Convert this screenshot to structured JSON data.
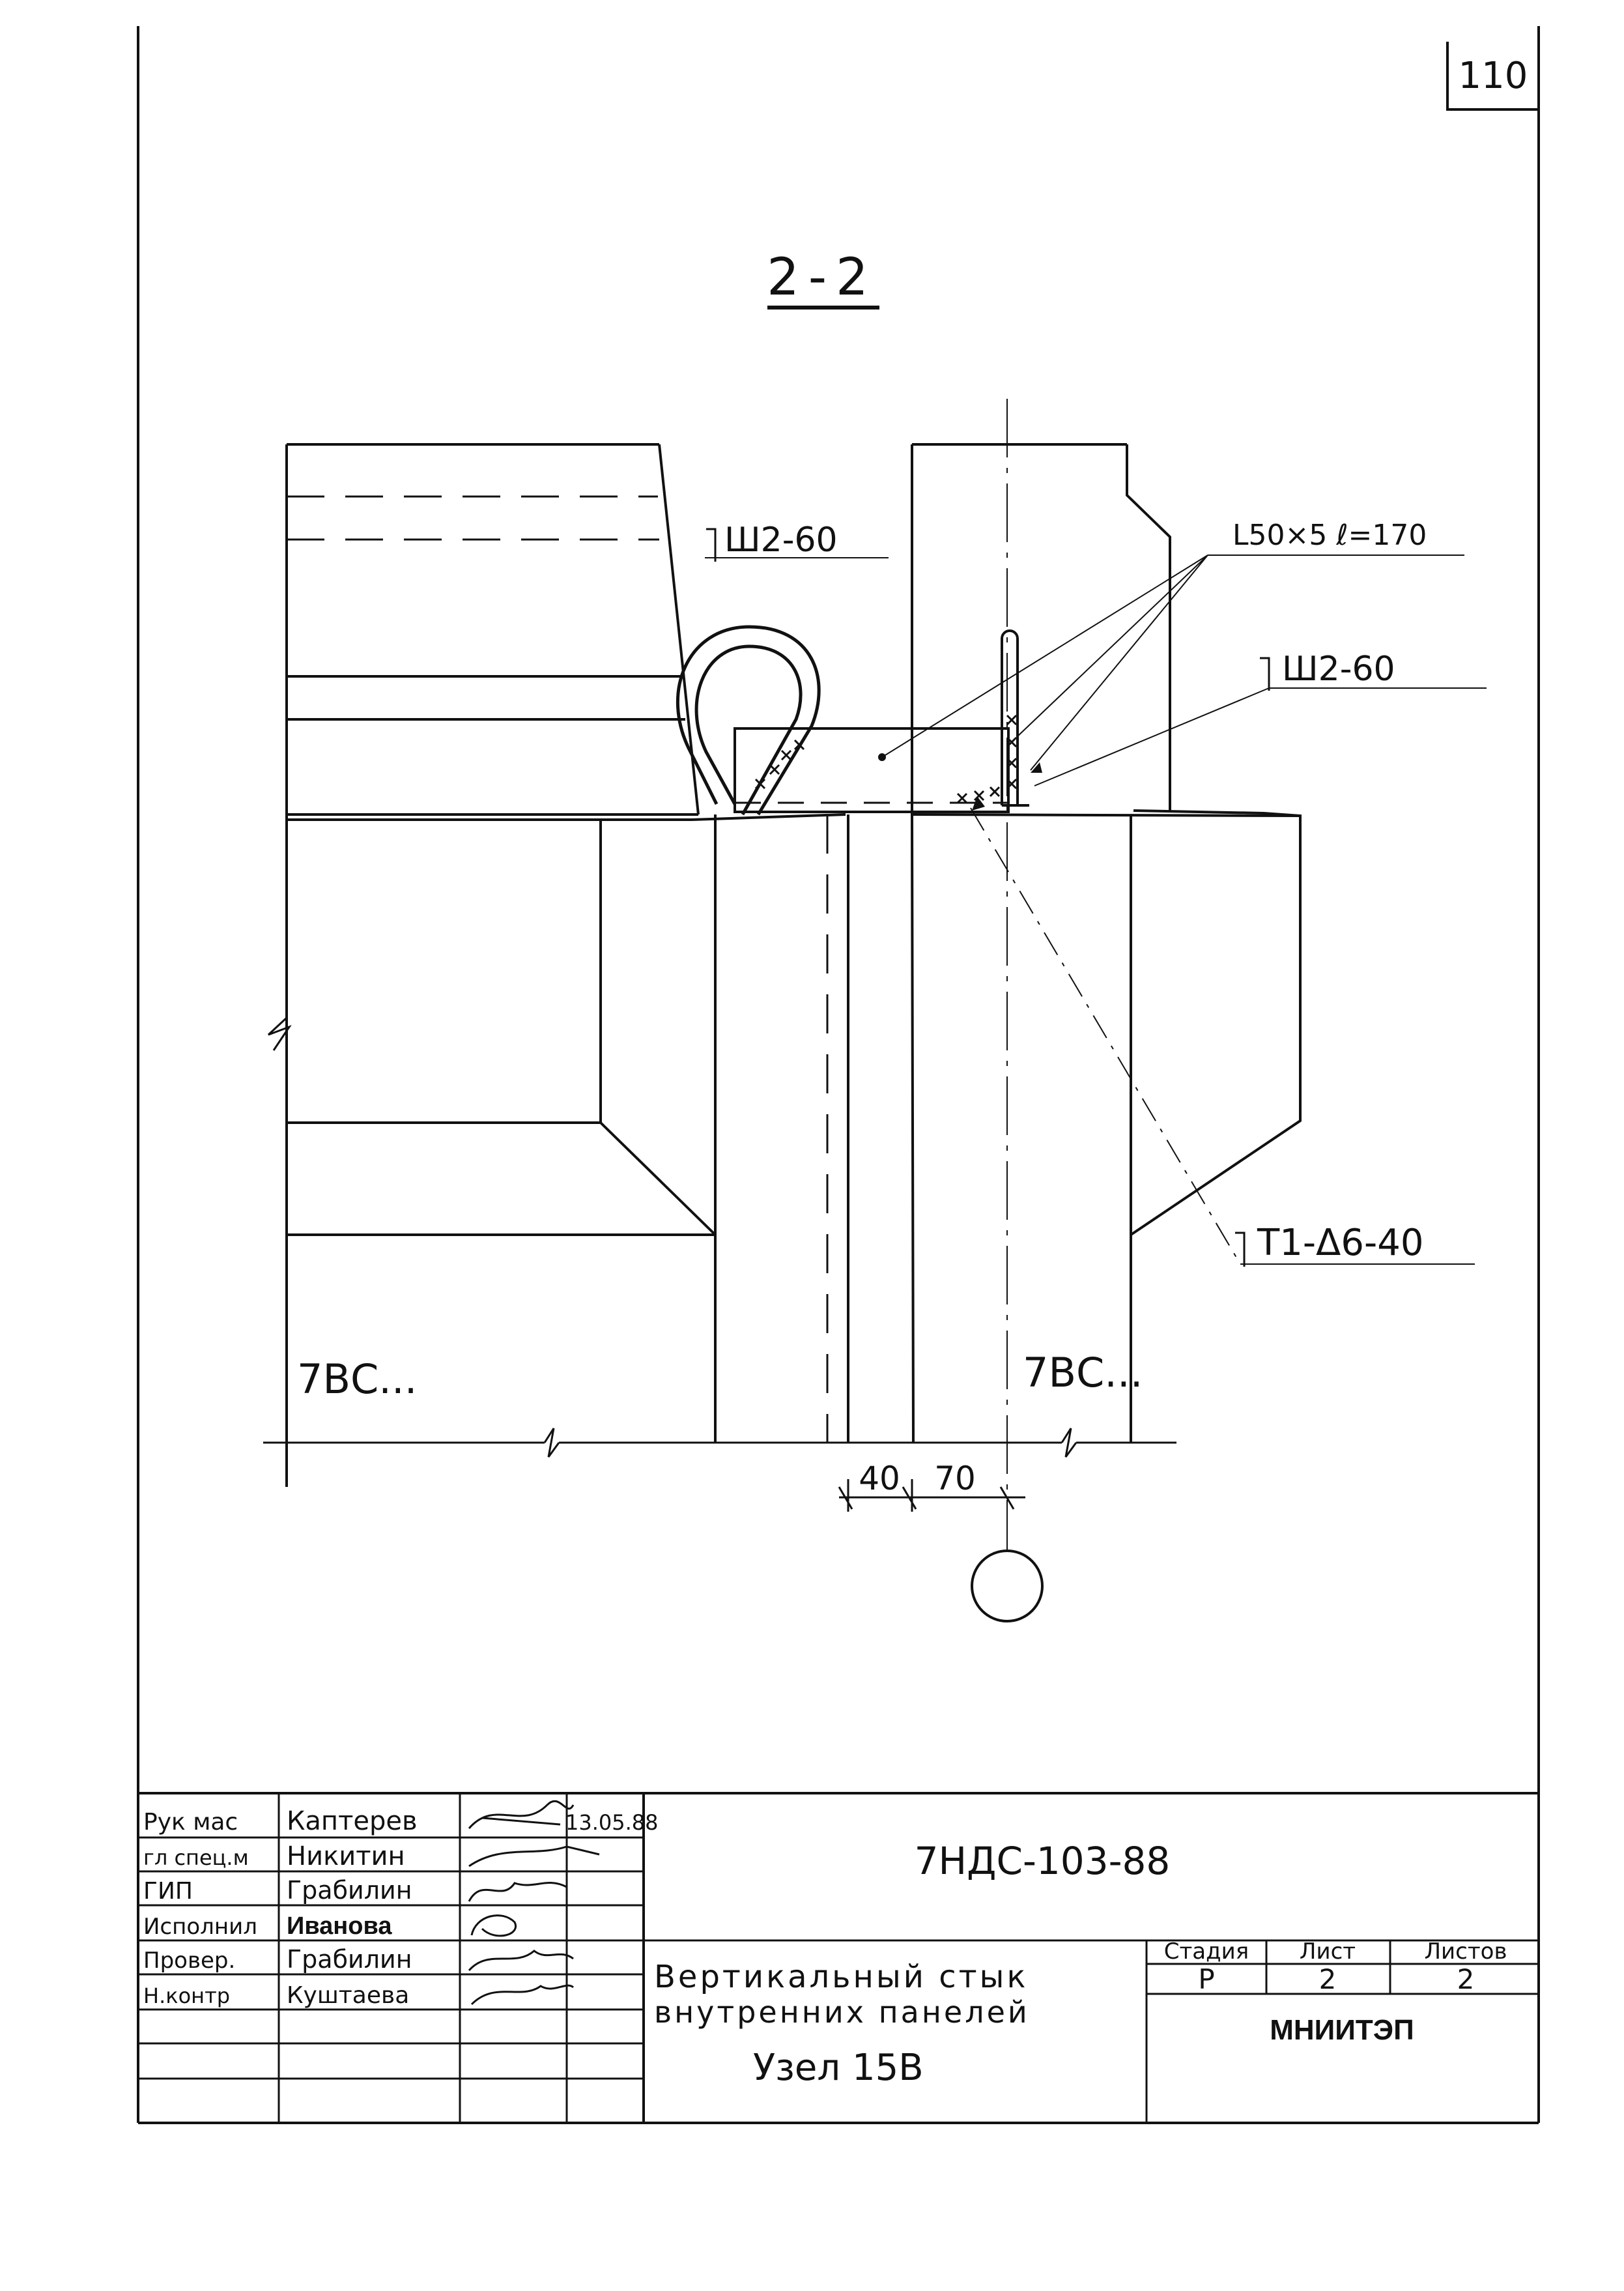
{
  "sheet": {
    "page_number": "110"
  },
  "drawing": {
    "section_title": "2-2",
    "labels": {
      "sh_top_left": "Ш2-60",
      "angle_spec": "L50×5  ℓ=170",
      "sh_right": "Ш2-60",
      "t1_spec": "Т1-Δ6-40",
      "panel_left": "7ВС...",
      "panel_right": "7ВС..."
    },
    "dimensions": {
      "dim_left": "40",
      "dim_right": "70"
    }
  },
  "title_block": {
    "signatures": [
      {
        "role": "Рук мас",
        "name": "Каптерев",
        "date": "13.05.88"
      },
      {
        "role": "гл спец.м",
        "name": "Никитин",
        "date": ""
      },
      {
        "role": "ГИП",
        "name": "Грабилин",
        "date": ""
      },
      {
        "role": "Исполнил",
        "name": "Иванова",
        "date": ""
      },
      {
        "role": "Провер.",
        "name": "Грабилин",
        "date": ""
      },
      {
        "role": "Н.контр",
        "name": "Куштаева",
        "date": ""
      }
    ],
    "document_code": "7НДС-103-88",
    "title_line1": "Вертикальный стык",
    "title_line2": "внутренних панелей",
    "node": "Узел 15В",
    "stage_header": "Стадия",
    "sheet_header": "Лист",
    "sheets_header": "Листов",
    "stage_value": "Р",
    "sheet_value": "2",
    "sheets_value": "2",
    "organization": "МНИИТЭП"
  }
}
